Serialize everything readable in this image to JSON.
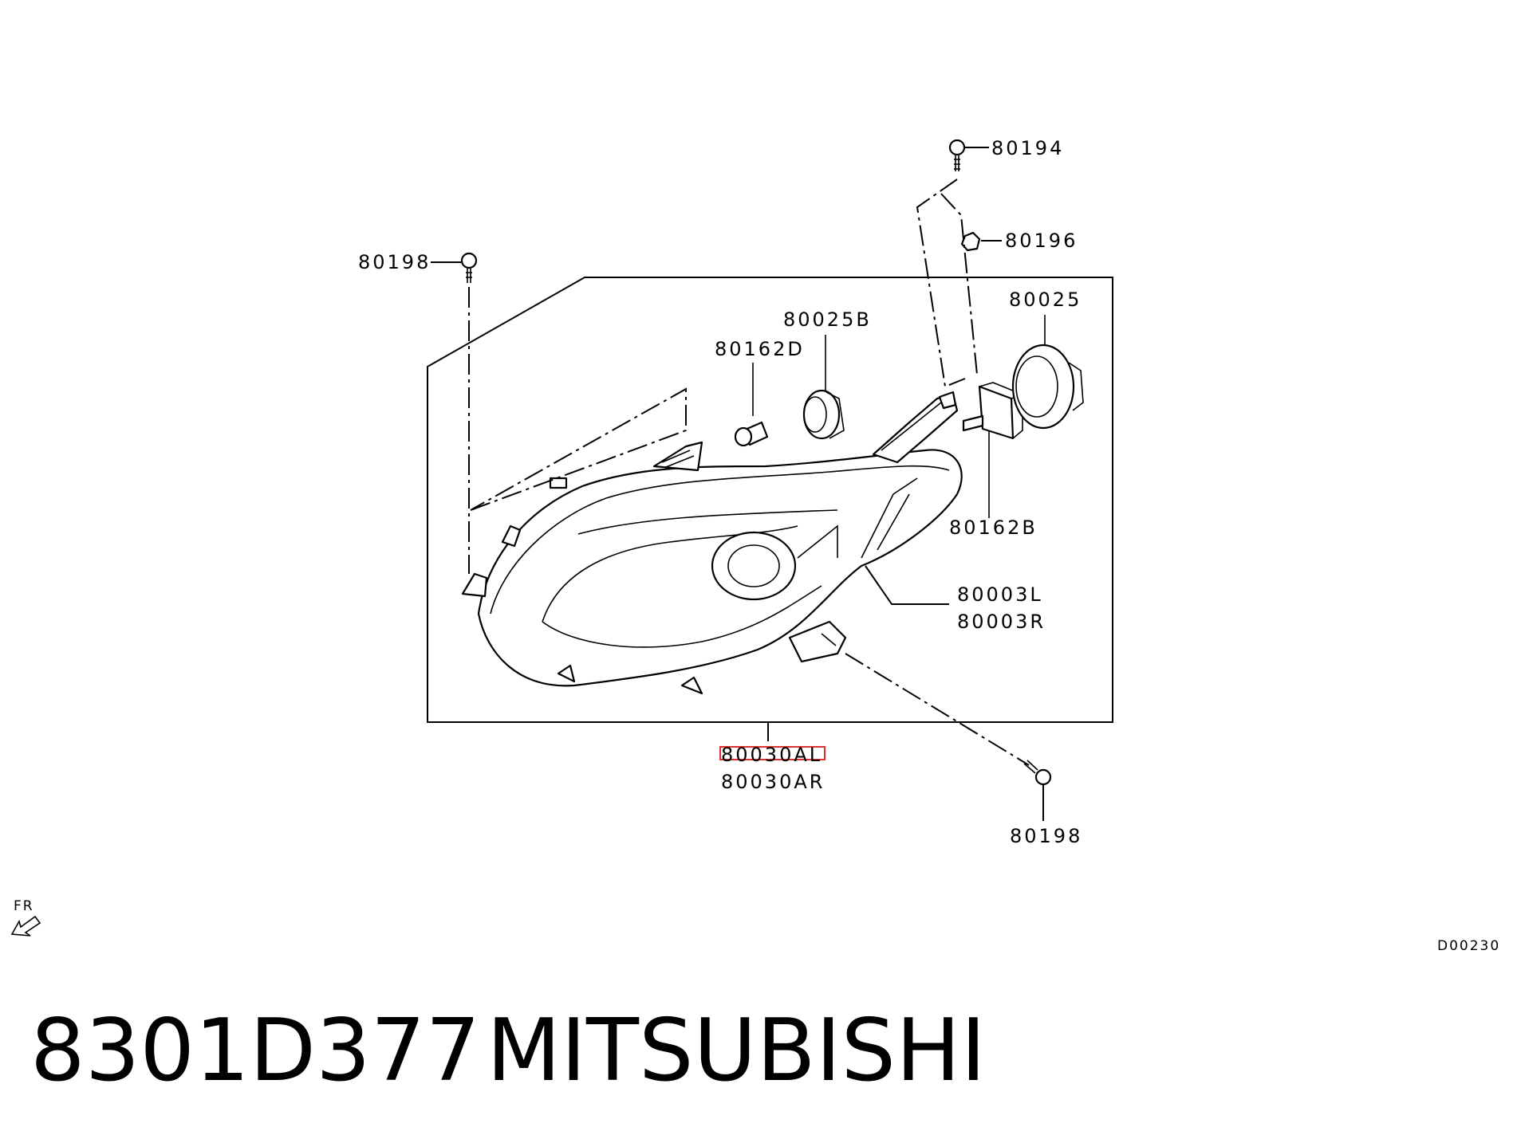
{
  "diagram": {
    "callouts": {
      "c80194": "80194",
      "c80196": "80196",
      "c80198_top": "80198",
      "c80025b": "80025B",
      "c80162d": "80162D",
      "c80025": "80025",
      "c80162b": "80162B",
      "c80003l": "80003L",
      "c80003r": "80003R",
      "c80030al": "80030AL",
      "c80030ar": "80030AR",
      "c80198_bottom": "80198"
    },
    "highlight_color": "#e03030",
    "direction_label": "FR",
    "direction_icon": "front-arrow-icon",
    "drawing_code": "D00230"
  },
  "footer": {
    "part_number": "8301D377",
    "brand": "MITSUBISHI"
  }
}
